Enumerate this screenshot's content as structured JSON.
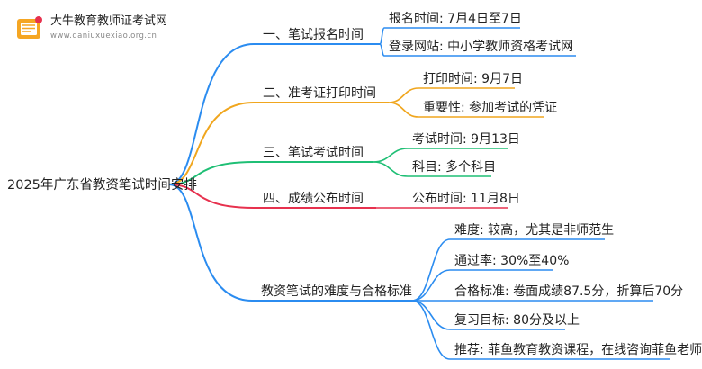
{
  "logo": {
    "title": "大牛教育教师证考试网",
    "url": "www.daniuxuexiao.org.cn"
  },
  "root": {
    "label": "2025年广东省教资笔试时间安排"
  },
  "branches": [
    {
      "label": "一、笔试报名时间",
      "color": "#2b8cf0",
      "children": [
        {
          "label": "报名时间: 7月4日至7日"
        },
        {
          "label": "登录网站: 中小学教师资格考试网"
        }
      ]
    },
    {
      "label": "二、准考证打印时间",
      "color": "#f0a61e",
      "children": [
        {
          "label": "打印时间: 9月7日"
        },
        {
          "label": "重要性: 参加考试的凭证"
        }
      ]
    },
    {
      "label": "三、笔试考试时间",
      "color": "#1fbf75",
      "children": [
        {
          "label": "考试时间: 9月13日"
        },
        {
          "label": "科目: 多个科目"
        }
      ]
    },
    {
      "label": "四、成绩公布时间",
      "color": "#e7314e",
      "children": [
        {
          "label": "公布时间: 11月8日"
        }
      ]
    },
    {
      "label": "教资笔试的难度与合格标准",
      "color": "#2b8cf0",
      "children": [
        {
          "label": "难度: 较高，尤其是非师范生"
        },
        {
          "label": "通过率: 30%至40%"
        },
        {
          "label": "合格标准: 卷面成绩87.5分，折算后70分"
        },
        {
          "label": "复习目标: 80分及以上"
        },
        {
          "label": "推荐: 菲鱼教育教资课程，在线咨询菲鱼老师"
        }
      ]
    }
  ]
}
